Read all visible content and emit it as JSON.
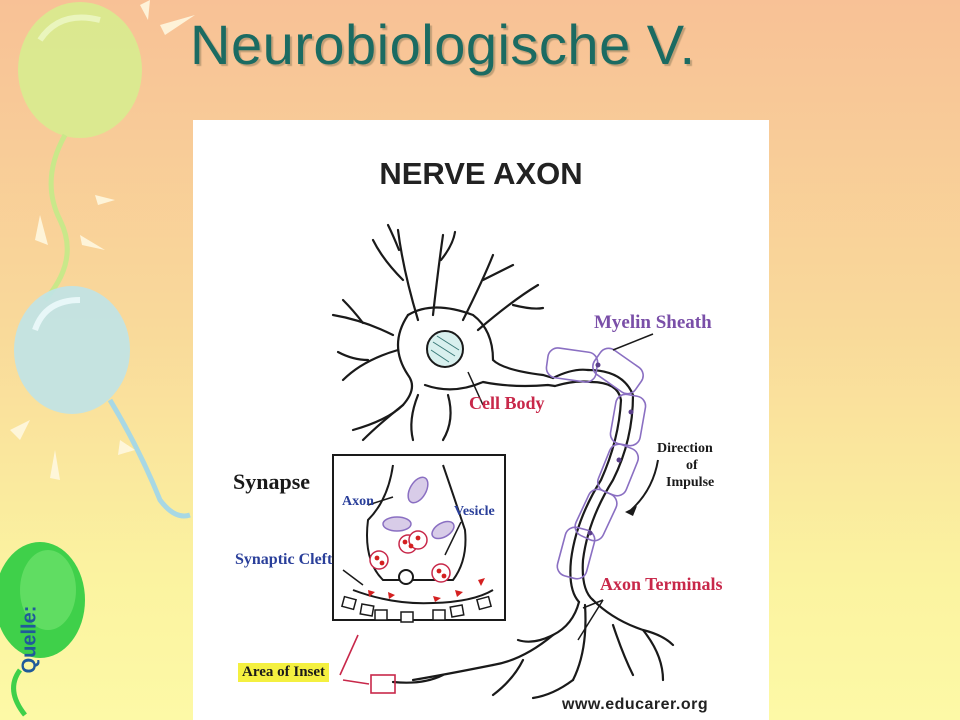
{
  "slide": {
    "title": "Neurobiologische V.",
    "source_label": "Quelle:"
  },
  "figure": {
    "title": "NERVE  AXON",
    "labels": {
      "myelin_sheath": "Myelin Sheath",
      "cell_body": "Cell Body",
      "direction": "Direction",
      "of": "of",
      "impulse": "Impulse",
      "synapse": "Synapse",
      "axon": "Axon",
      "vesicle": "Vesicle",
      "synaptic_cleft": "Synaptic Cleft",
      "axon_terminals": "Axon Terminals",
      "area_of_inset": "Area of Inset"
    },
    "credit": "www.educarer.org"
  },
  "colors": {
    "title": "#1b6b62",
    "purple_label": "#7a4fa8",
    "red_label": "#c8284a",
    "blue_label": "#2a3f9a",
    "inset_highlight": "#f4f040"
  }
}
